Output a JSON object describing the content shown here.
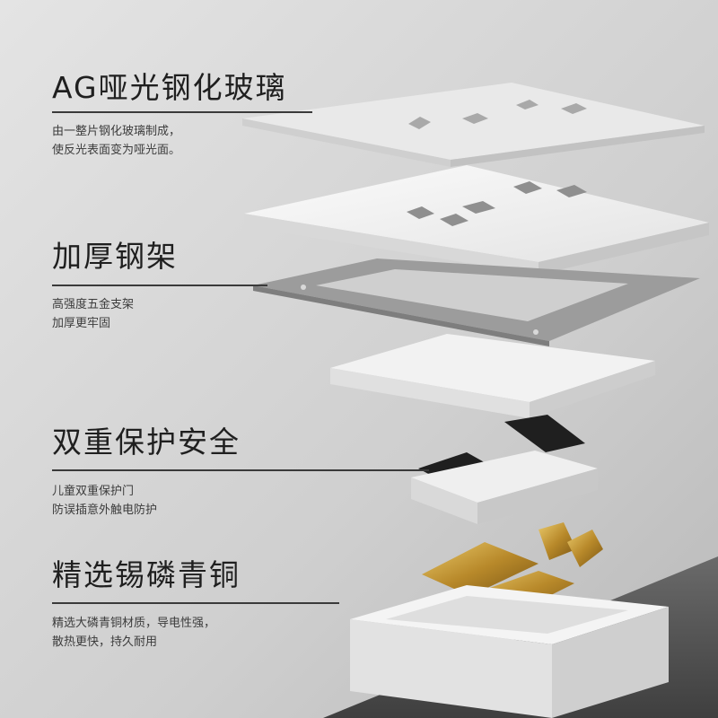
{
  "features": [
    {
      "title": "AG哑光钢化玻璃",
      "lines": [
        "由一整片钢化玻璃制成，",
        "使反光表面变为哑光面。"
      ]
    },
    {
      "title": "加厚钢架",
      "lines": [
        "高强度五金支架",
        "加厚更牢固"
      ]
    },
    {
      "title": "双重保护安全",
      "lines": [
        "儿童双重保护门",
        "防误插意外触电防护"
      ]
    },
    {
      "title": "精选锡磷青铜",
      "lines": [
        "精选大磷青铜材质，导电性强，",
        "散热更快，持久耐用"
      ]
    }
  ],
  "colors": {
    "background_top": "#d6d6d6",
    "background_floor": "#5a5a5a",
    "panel": "#f1f1f1",
    "frame": "#9a9a9a",
    "copper": "#c9a13b"
  }
}
